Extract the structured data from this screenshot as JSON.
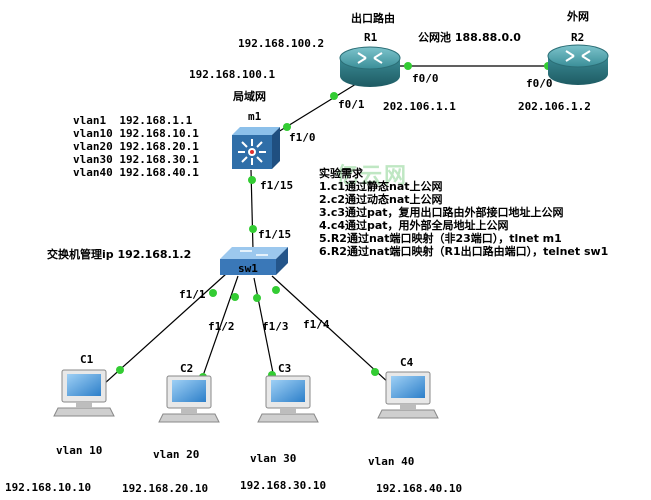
{
  "routers": {
    "r1": {
      "title": "出口路由",
      "name": "R1",
      "inside_ip": "192.168.100.2",
      "outside_ip": "202.106.1.1",
      "port_wan": "f0/0",
      "port_lan": "f0/1"
    },
    "r2": {
      "title": "外网",
      "name": "R2",
      "ip": "202.106.1.2",
      "port": "f0/0"
    }
  },
  "public_pool": "公网池 188.88.0.0",
  "l3switch": {
    "title": "局域网",
    "name": "m1",
    "uplink_ip": "192.168.100.1",
    "port_up": "f1/0",
    "port_down": "f1/15",
    "vlans": [
      "vlan1  192.168.1.1",
      "vlan10 192.168.10.1",
      "vlan20 192.168.20.1",
      "vlan30 192.168.30.1",
      "vlan40 192.168.40.1"
    ]
  },
  "sw1": {
    "name": "sw1",
    "mgmt": "交换机管理ip 192.168.1.2",
    "port_up": "f1/15",
    "ports": [
      "f1/1",
      "f1/2",
      "f1/3",
      "f1/4"
    ]
  },
  "hosts": [
    {
      "name": "C1",
      "vlan": "vlan 10",
      "ip": "192.168.10.10"
    },
    {
      "name": "C2",
      "vlan": "vlan 20",
      "ip": "192.168.20.10"
    },
    {
      "name": "C3",
      "vlan": "vlan 30",
      "ip": "192.168.30.10"
    },
    {
      "name": "C4",
      "vlan": "vlan 40",
      "ip": "192.168.40.10"
    }
  ],
  "requirements": {
    "title": "实验需求",
    "items": [
      "1.c1通过静态nat上公网",
      "2.c2通过动态nat上公网",
      "3.c3通过pat，复用出口路由外部接口地址上公网",
      "4.c4通过pat，用外部全局地址上公网",
      "5.R2通过nat端口映射（非23端口），tlnet m1",
      "6.R2通过nat端口映射（R1出口路由端口），telnet sw1"
    ]
  },
  "watermark": "亿云网",
  "colors": {
    "link": "#000000",
    "port_dot": "#33cc33",
    "router": "#2f7f88",
    "device": "#4a8fc8"
  }
}
